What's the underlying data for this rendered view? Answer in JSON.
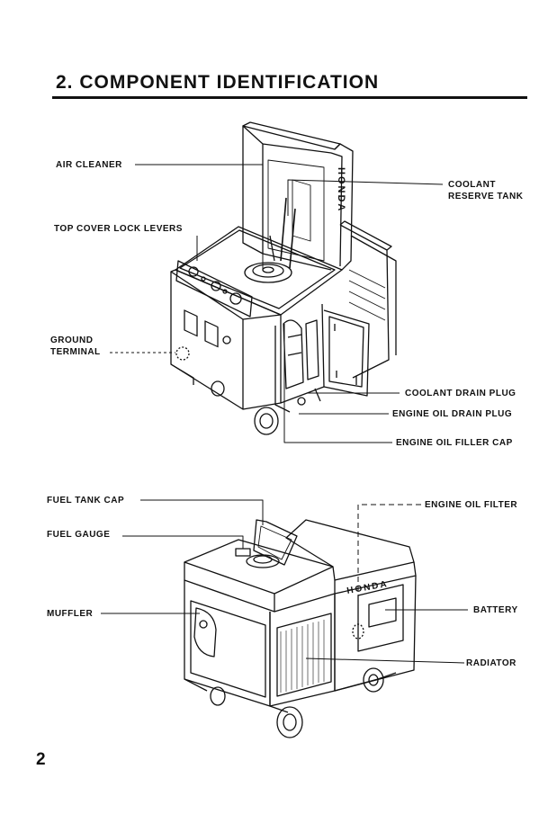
{
  "heading": "2. COMPONENT IDENTIFICATION",
  "brand": "HONDA",
  "page_number": "2",
  "top_figure": {
    "labels": {
      "air_cleaner": "AIR CLEANER",
      "coolant_reserve_tank_1": "COOLANT",
      "coolant_reserve_tank_2": "RESERVE TANK",
      "top_cover_lock_levers": "TOP COVER LOCK LEVERS",
      "ground_terminal_1": "GROUND",
      "ground_terminal_2": "TERMINAL",
      "coolant_drain_plug": "COOLANT DRAIN PLUG",
      "engine_oil_drain_plug": "ENGINE OIL DRAIN PLUG",
      "engine_oil_filler_cap": "ENGINE OIL FILLER CAP"
    }
  },
  "bottom_figure": {
    "labels": {
      "fuel_tank_cap": "FUEL TANK CAP",
      "fuel_gauge": "FUEL GAUGE",
      "muffler": "MUFFLER",
      "engine_oil_filter": "ENGINE OIL FILTER",
      "battery": "BATTERY",
      "radiator": "RADIATOR"
    }
  }
}
